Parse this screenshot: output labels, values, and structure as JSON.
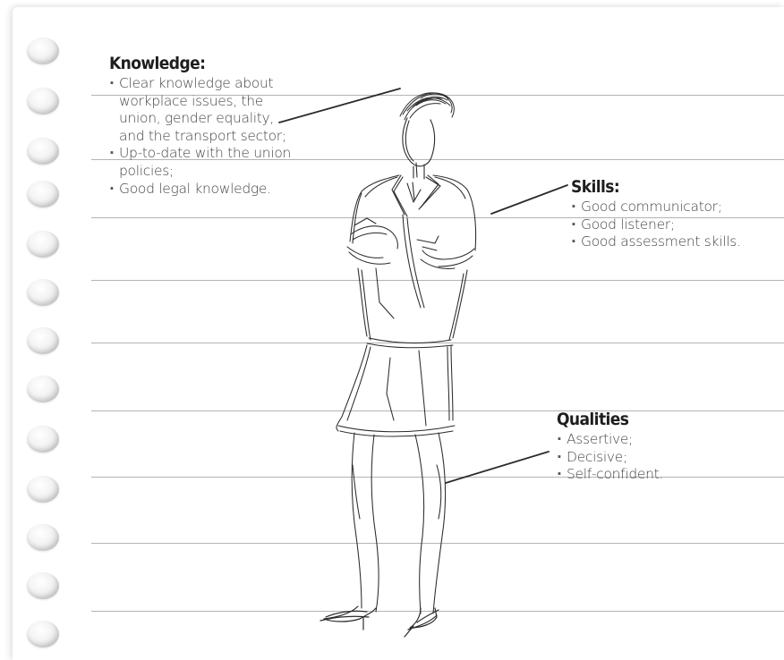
{
  "sections": {
    "knowledge": {
      "heading": "Knowledge:",
      "items": [
        "Clear knowledge about workplace issues, the union, gender equality, and the transport sector;",
        "Up-to-date with the union policies;",
        "Good legal knowledge."
      ]
    },
    "skills": {
      "heading": "Skills:",
      "items": [
        "Good communicator;",
        "Good listener;",
        "Good assessment skills."
      ]
    },
    "qualities": {
      "heading": "Qualities",
      "items": [
        "Assertive;",
        "Decisive;",
        "Self-confident."
      ]
    }
  },
  "colors": {
    "paper": "#ffffff",
    "rule_line": "#b3b3b3",
    "ink": "#2b2b2b",
    "hole": "#dcdcdc"
  },
  "icons": {
    "binder_holes": "punched-hole-icon",
    "figure": "woman-sketch-icon"
  }
}
